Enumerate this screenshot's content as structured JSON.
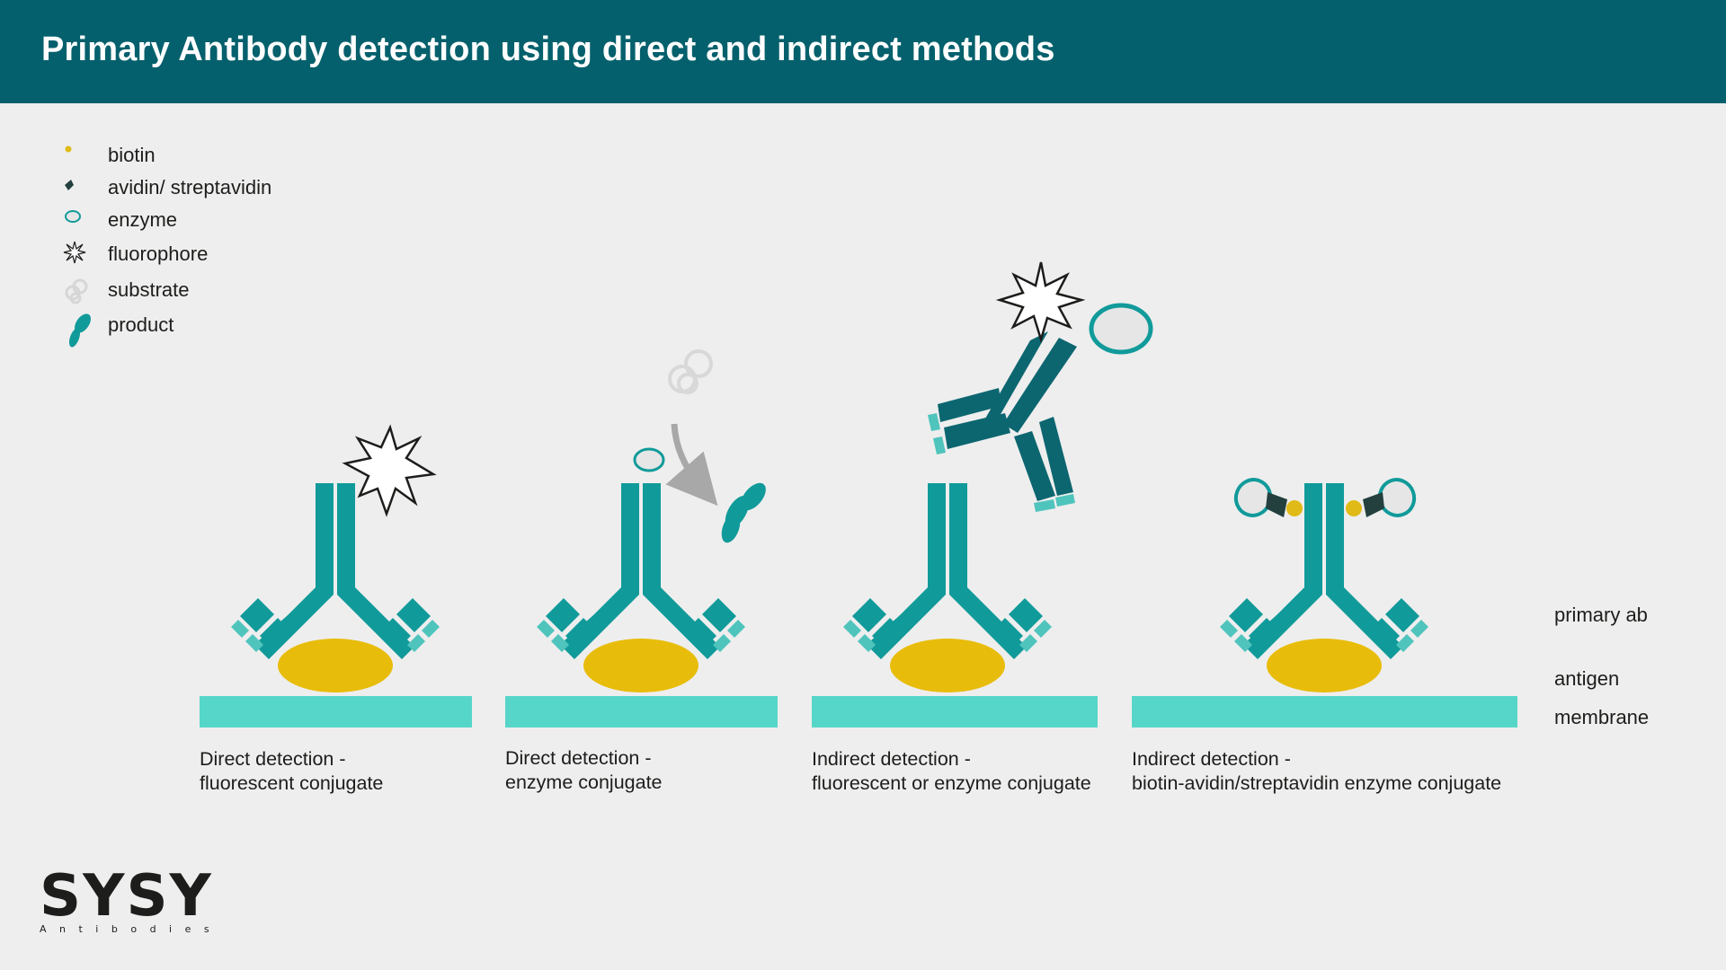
{
  "header": {
    "title": "Primary Antibody detection using direct and indirect methods"
  },
  "legend": {
    "items": [
      {
        "label": "biotin",
        "icon": "biotin-dot-icon"
      },
      {
        "label": "avidin/ streptavidin",
        "icon": "avidin-diamond-icon"
      },
      {
        "label": "enzyme",
        "icon": "enzyme-ring-icon"
      },
      {
        "label": "fluorophore",
        "icon": "fluorophore-star-icon"
      },
      {
        "label": "substrate",
        "icon": "substrate-circles-icon"
      },
      {
        "label": "product",
        "icon": "product-shape-icon"
      }
    ]
  },
  "panels": [
    {
      "caption_line1": "Direct detection -",
      "caption_line2": "fluorescent conjugate"
    },
    {
      "caption_line1": "Direct detection -",
      "caption_line2": "enzyme conjugate"
    },
    {
      "caption_line1": "Indirect detection -",
      "caption_line2": "fluorescent or enzyme conjugate"
    },
    {
      "caption_line1": "Indirect detection -",
      "caption_line2": "biotin-avidin/streptavidin enzyme conjugate"
    }
  ],
  "labels": {
    "primary_ab": "primary ab",
    "antigen": "antigen",
    "membrane": "membrane"
  },
  "logo": {
    "main": "SYSY",
    "sub": "Antibodies"
  },
  "colors": {
    "header": "#04606c",
    "primary_antibody": "#119a9a",
    "secondary_antibody": "#0c6670",
    "antigen": "#e8bc0a",
    "membrane": "#56d6c8",
    "biotin": "#e0ba16",
    "avidin": "#23403e",
    "substrate": "#d0d0d0",
    "arrow": "#a8a8a8"
  }
}
